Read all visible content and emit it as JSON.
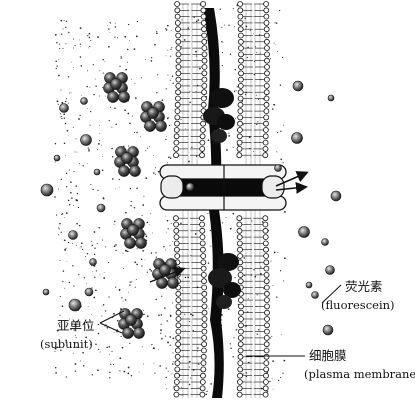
{
  "labels": {
    "fluorescein_cn": "荧光素",
    "fluorescein_en": "(fluorescein)",
    "subunit_cn": "亚单位",
    "subunit_en": "(subunit)",
    "membrane_cn": "细胞膜",
    "membrane_en": "(plasma membrane)"
  },
  "colors": {
    "ink": "#111111",
    "paper": "#ffffff",
    "stipple": "#222222"
  }
}
